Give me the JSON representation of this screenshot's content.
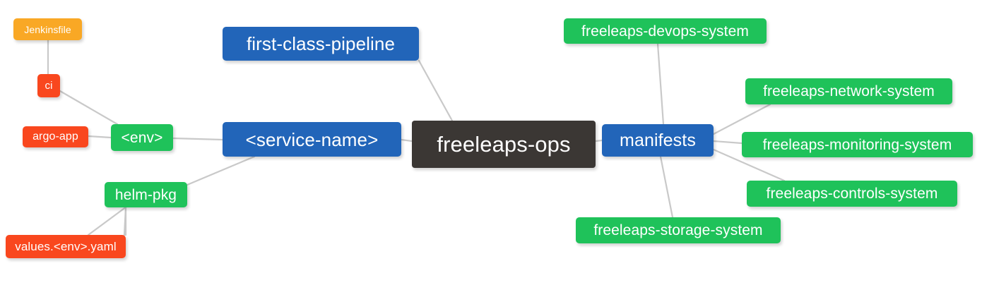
{
  "diagram": {
    "type": "mindmap",
    "title": "freeleaps-ops",
    "background_color": "#ffffff",
    "edge_color": "#c9c9c9",
    "colors": {
      "root": "#3b3734",
      "blue": "#2265b9",
      "green": "#1fc25a",
      "orange": "#f9a825",
      "red": "#f9471e",
      "text": "#ffffff"
    }
  },
  "nodes": {
    "root": {
      "label": "freeleaps-ops"
    },
    "first_class_pipeline": {
      "label": "first-class-pipeline"
    },
    "service_name": {
      "label": "<service-name>"
    },
    "env": {
      "label": "<env>"
    },
    "ci": {
      "label": "ci"
    },
    "jenkinsfile": {
      "label": "Jenkinsfile"
    },
    "argo_app": {
      "label": "argo-app"
    },
    "helm_pkg": {
      "label": "helm-pkg"
    },
    "values_yaml": {
      "label": "values.<env>.yaml"
    },
    "manifests": {
      "label": "manifests"
    },
    "devops_system": {
      "label": "freeleaps-devops-system"
    },
    "network_system": {
      "label": "freeleaps-network-system"
    },
    "monitoring_system": {
      "label": "freeleaps-monitoring-system"
    },
    "controls_system": {
      "label": "freeleaps-controls-system"
    },
    "storage_system": {
      "label": "freeleaps-storage-system"
    }
  },
  "edges": [
    {
      "from": "root",
      "to": "first_class_pipeline"
    },
    {
      "from": "root",
      "to": "service_name"
    },
    {
      "from": "service_name",
      "to": "env"
    },
    {
      "from": "service_name",
      "to": "helm_pkg"
    },
    {
      "from": "env",
      "to": "ci"
    },
    {
      "from": "env",
      "to": "argo_app"
    },
    {
      "from": "ci",
      "to": "jenkinsfile"
    },
    {
      "from": "helm_pkg",
      "to": "values_yaml"
    },
    {
      "from": "root",
      "to": "manifests"
    },
    {
      "from": "manifests",
      "to": "devops_system"
    },
    {
      "from": "manifests",
      "to": "network_system"
    },
    {
      "from": "manifests",
      "to": "monitoring_system"
    },
    {
      "from": "manifests",
      "to": "controls_system"
    },
    {
      "from": "manifests",
      "to": "storage_system"
    }
  ]
}
